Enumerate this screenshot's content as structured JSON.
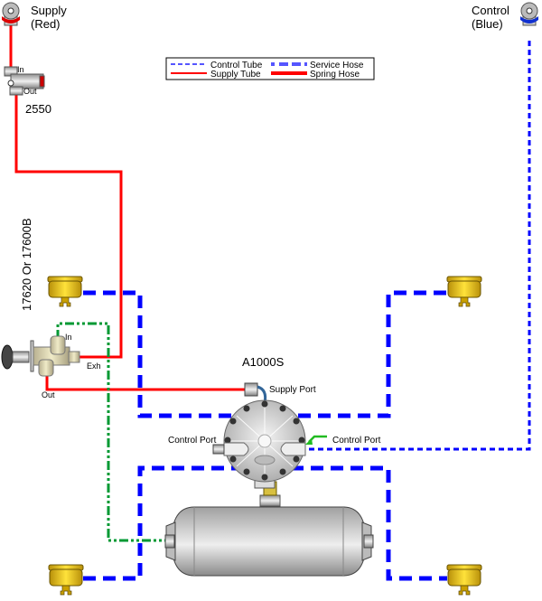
{
  "diagram": {
    "labels": {
      "supply_glad": [
        "Supply",
        "(Red)"
      ],
      "control_glad": [
        "Control",
        "(Blue)"
      ],
      "valve_2550": "2550",
      "valve_2550_in": "In",
      "valve_2550_out": "Out",
      "park_valve": "17620 Or 17600B",
      "park_valve_in": "In",
      "park_valve_exh": "Exh",
      "park_valve_out": "Out",
      "relay_valve": "A1000S",
      "supply_port": "Supply Port",
      "control_port_left": "Control Port",
      "control_port_right": "Control Port"
    },
    "legend": {
      "items": [
        {
          "label": "Control Tube",
          "style": "control-tube"
        },
        {
          "label": "Service Hose",
          "style": "service-hose"
        },
        {
          "label": "Supply Tube",
          "style": "supply-tube"
        },
        {
          "label": "Spring Hose",
          "style": "spring-hose"
        }
      ]
    },
    "colors": {
      "supply": "#ff0000",
      "control": "#0000ff",
      "service": "#0000ff",
      "spring": "#ff0000",
      "pilot": "#009933",
      "brass": "#e8c200"
    }
  }
}
